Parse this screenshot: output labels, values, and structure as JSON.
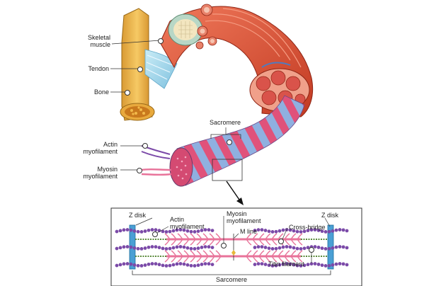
{
  "labels": {
    "skeletal_muscle": "Skeletal\nmuscle",
    "tendon": "Tendon",
    "bone": "Bone",
    "sacromere": "Sacromere",
    "actin_left": "Actin\nmyofilament",
    "myosin_left": "Myosin\nmyofilament",
    "z_disk_left": "Z disk",
    "actin_inset": "Actin\nmyofilament",
    "myosin_inset": "Myosin\nmyofilament",
    "m_line": "M line",
    "cross_bridge": "Cross-bridge",
    "z_disk_right": "Z disk",
    "titin": "Titin filament",
    "sarcomere_bottom": "Sarcomere"
  },
  "colors": {
    "bone": "#f2b94a",
    "bone_marrow": "#c9791d",
    "tendon": "#a8d8ec",
    "muscle": "#e2553c",
    "muscle_dark": "#b8321f",
    "myofibril_pink": "#e0527a",
    "myofibril_blue": "#7c9fd4",
    "actin": "#7b4aa8",
    "myosin": "#e8739a",
    "zdisk": "#4a9fd4"
  }
}
